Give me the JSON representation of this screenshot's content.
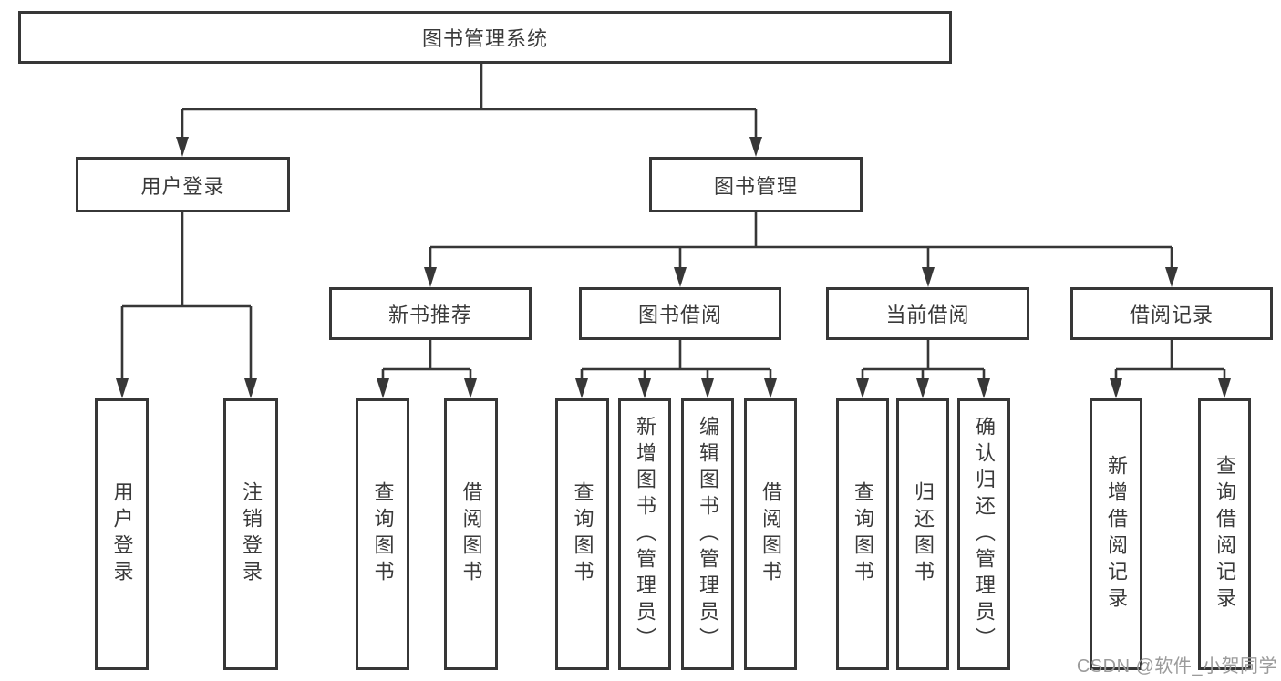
{
  "colors": {
    "line": "#373737",
    "text": "#3a3a3a",
    "background": "#ffffff",
    "watermark": "#9b9b9b"
  },
  "watermark": "CSDN @软件_小贺同学",
  "nodes": {
    "root": "图书管理系统",
    "user_login": "用户登录",
    "book_management": "图书管理",
    "new_book_recommend": "新书推荐",
    "book_borrow": "图书借阅",
    "current_borrow": "当前借阅",
    "borrow_records": "借阅记录",
    "ul_user_login": "用户登录",
    "ul_logout": "注销登录",
    "nb_query_book": "查询图书",
    "nb_borrow_book": "借阅图书",
    "bb_query_book": "查询图书",
    "bb_add_book": "新增图书（管理员）",
    "bb_edit_book": "编辑图书（管理员）",
    "bb_borrow_book": "借阅图书",
    "cb_query_book": "查询图书",
    "cb_return_book": "归还图书",
    "cb_confirm_return": "确认归还（管理员）",
    "br_add_record": "新增借阅记录",
    "br_query_record": "查询借阅记录"
  },
  "tree": {
    "root": [
      "user_login",
      "book_management"
    ],
    "user_login": [
      "ul_user_login",
      "ul_logout"
    ],
    "book_management": [
      "new_book_recommend",
      "book_borrow",
      "current_borrow",
      "borrow_records"
    ],
    "new_book_recommend": [
      "nb_query_book",
      "nb_borrow_book"
    ],
    "book_borrow": [
      "bb_query_book",
      "bb_add_book",
      "bb_edit_book",
      "bb_borrow_book"
    ],
    "current_borrow": [
      "cb_query_book",
      "cb_return_book",
      "cb_confirm_return"
    ],
    "borrow_records": [
      "br_add_record",
      "br_query_record"
    ]
  }
}
